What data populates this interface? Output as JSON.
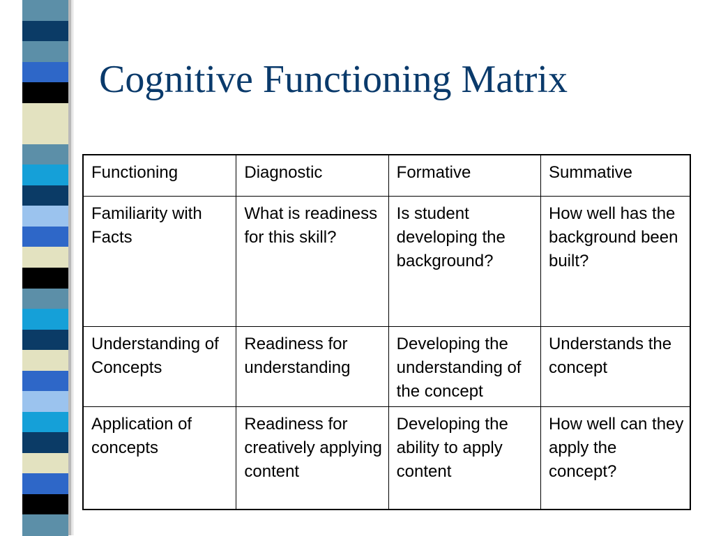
{
  "title": "Cognitive Functioning Matrix",
  "decoration": {
    "stripe_colors": [
      "#5c8fa8",
      "#0b3b66",
      "#5c8fa8",
      "#2e67c8",
      "#000000",
      "#e3e2c0",
      "#e3e2c0",
      "#5c8fa8",
      "#15a0d8",
      "#0b3b66",
      "#9bc3ee",
      "#2e67c8",
      "#e3e2c0",
      "#000000",
      "#5c8fa8",
      "#15a0d8",
      "#0b3b66",
      "#e3e2c0",
      "#2e67c8",
      "#9bc3ee",
      "#15a0d8",
      "#0b3b66",
      "#e3e2c0",
      "#2e67c8",
      "#000000",
      "#5c8fa8"
    ]
  },
  "table": {
    "headers": [
      "Functioning",
      "Diagnostic",
      "Formative",
      "Summative"
    ],
    "rows": [
      [
        "Familiarity with Facts",
        "What is readiness for this skill?",
        "Is student developing the background?",
        "How well has the background been built?"
      ],
      [
        "Understanding of Concepts",
        "Readiness for understanding",
        "Developing the understanding of the concept",
        "Understands the concept"
      ],
      [
        "Application of concepts",
        "Readiness for creatively applying content",
        "Developing the ability to apply content",
        "How well can they apply the concept?"
      ]
    ]
  }
}
